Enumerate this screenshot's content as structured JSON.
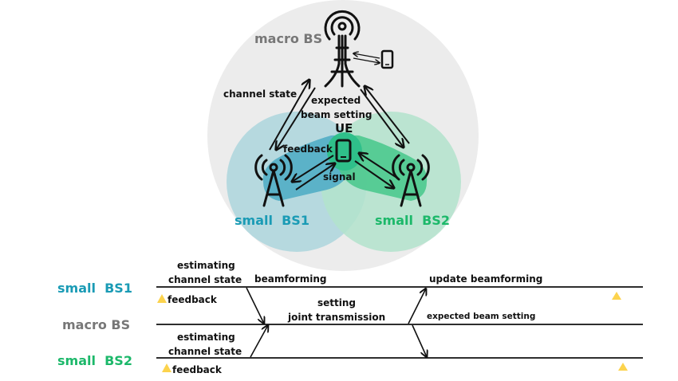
{
  "colors": {
    "macro_area": "#ececec",
    "bs1_area": "#b3d8de",
    "bs2_area": "#b3e3cc",
    "bs1_beam": "#5bb2c8",
    "bs2_beam": "#4cc98e",
    "ue_center": "#2fbf8a",
    "bs1_text": "#1a9bb5",
    "bs2_text": "#1cb86a",
    "macro_text": "#777777",
    "feedback_marker": "#fcd34d",
    "line": "#111111"
  },
  "network": {
    "macro_label": "macro BS",
    "bs1_label": "small  BS1",
    "bs2_label": "small  BS2",
    "ue_label": "UE",
    "channel_state_label": "channel state",
    "expected_label_1": "expected",
    "expected_label_2": "beam setting",
    "feedback_label": "feedback",
    "signal_label": "signal"
  },
  "timeline": {
    "rows": [
      {
        "label": "small  BS1"
      },
      {
        "label": "macro BS"
      },
      {
        "label": "small  BS2"
      }
    ],
    "bs1_estimating_1": "estimating",
    "bs1_estimating_2": "channel state",
    "bs1_feedback": "feedback",
    "beamforming": "beamforming",
    "setting_1": "setting",
    "setting_2": "joint transmission",
    "bs2_estimating_1": "estimating",
    "bs2_estimating_2": "channel state",
    "bs2_feedback": "feedback",
    "update_beamforming": "update beamforming",
    "expected_beam_setting": "expected beam setting"
  }
}
